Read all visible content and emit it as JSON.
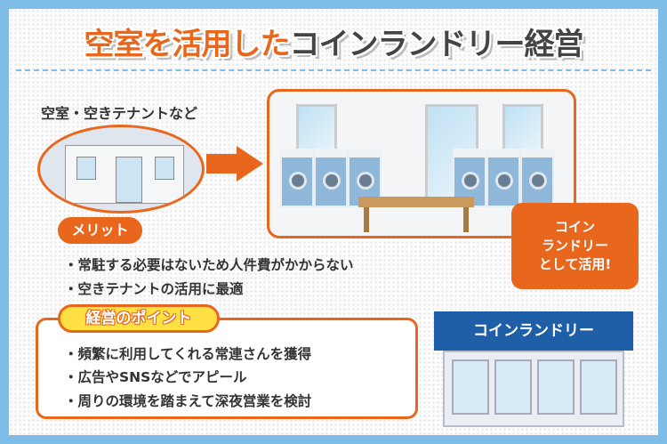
{
  "title": {
    "highlight": "空室を活用した",
    "rest": "コインランドリー経営"
  },
  "before_label": "空室・空きテナントなど",
  "callout": {
    "line1": "コイン",
    "line2": "ランドリー",
    "line3": "として活用!"
  },
  "merit": {
    "label": "メリット",
    "items": [
      "・常駐する必要はないため人件費がかからない",
      "・空きテナントの活用に最適"
    ]
  },
  "points": {
    "label": "経営のポイント",
    "items": [
      "・頻繁に利用してくれる常連さんを獲得",
      "・広告やSNSなどでアピール",
      "・周りの環境を踏まえて深夜営業を検討"
    ]
  },
  "store_sign": "コインランドリー",
  "colors": {
    "frame": "#7dbde8",
    "accent": "#e8671c",
    "sign": "#1f5fa8",
    "point_pill": "#ffe043"
  }
}
